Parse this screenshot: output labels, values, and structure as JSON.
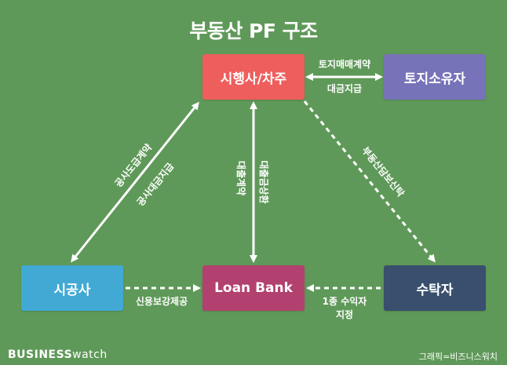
{
  "title": "부동산 PF 구조",
  "nodes": {
    "developer": "시행사/차주",
    "landowner": "토지소유자",
    "contractor": "시공사",
    "loanbank": "Loan Bank",
    "trustee": "수탁자"
  },
  "edges": {
    "land_top": "토지매매계약",
    "land_bottom": "대금지급",
    "construction_contract": "공사도급계약",
    "construction_payment": "공사대금지급",
    "loan_contract": "대출계약",
    "loan_repayment": "대출금상환",
    "real_estate_trust": "부동산담보신탁",
    "credit_guarantee": "신용보강제공",
    "beneficiary_line1": "1종 수익자",
    "beneficiary_line2": "지정"
  },
  "brand": {
    "bold": "BUSINESS",
    "thin": "watch"
  },
  "credit": "그래픽=비즈니스워치",
  "colors": {
    "background": "#5f9959",
    "developer": "#ee5e5c",
    "landowner": "#7773b9",
    "contractor": "#41a9d4",
    "loanbank": "#b2416f",
    "trustee": "#394f6d"
  }
}
